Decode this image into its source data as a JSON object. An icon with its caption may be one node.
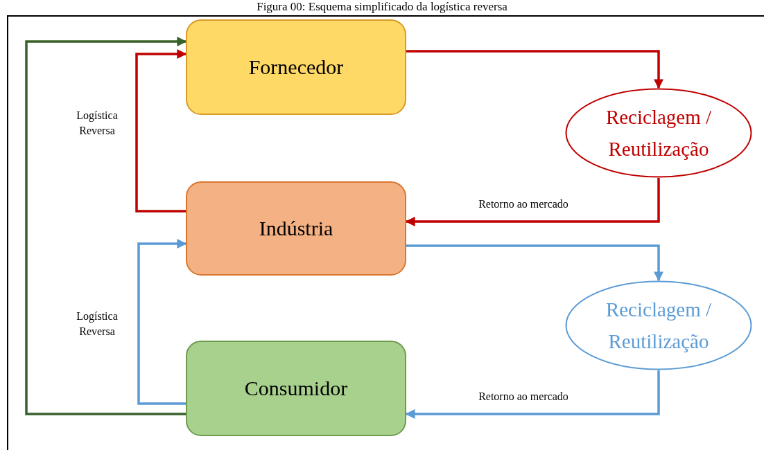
{
  "diagram": {
    "title": "Figura 00: Esquema simplificado da logística reversa",
    "nodes": [
      {
        "text": [
          "Fornecedor"
        ]
      },
      {
        "text": [
          "Reciclagem / Reutilização"
        ]
      },
      {
        "text": [
          "Indústria"
        ]
      },
      {
        "text": [
          "Reciclagem / Reutilização"
        ]
      },
      {
        "text": [
          "Consumidor"
        ]
      }
    ],
    "edges": [
      {
        "from": 0,
        "to": 1,
        "arrow": "to",
        "color": "#c00000"
      },
      {
        "from": 1,
        "to": 2,
        "arrow": "to",
        "label": "Retorno ao mercado",
        "color": "#c00000"
      },
      {
        "from": 2,
        "to": 0,
        "arrow": "to",
        "label": "Logística Reversa",
        "color": "#c00000"
      },
      {
        "from": 2,
        "to": 3,
        "arrow": "to",
        "color": "#5b9bd5"
      },
      {
        "from": 3,
        "to": 4,
        "arrow": "to",
        "label": "Retorno ao mercado",
        "color": "#5b9bd5"
      },
      {
        "from": 4,
        "to": 2,
        "arrow": "to",
        "label": "Logística Reversa",
        "color": "#5b9bd5"
      },
      {
        "from": 4,
        "to": 0,
        "arrow": "to",
        "color": "#38612a"
      }
    ]
  }
}
